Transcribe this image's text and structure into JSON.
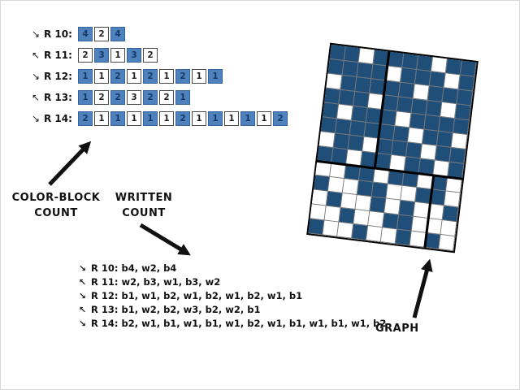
{
  "colors": {
    "block_blue": "#4f81bd",
    "graph_blue": "#1f4e79",
    "grid_line": "#777777",
    "arrow_black": "#111111"
  },
  "labels": {
    "color_block_line1": "COLOR-BLOCK",
    "color_block_line2": "COUNT",
    "written_line1": "WRITTEN",
    "written_line2": "COUNT",
    "graph": "GRAPH"
  },
  "block_rows": [
    {
      "arrow": "↘",
      "label": "R 10:",
      "blocks": [
        {
          "n": "4",
          "c": "b"
        },
        {
          "n": "2",
          "c": "w"
        },
        {
          "n": "4",
          "c": "b"
        }
      ]
    },
    {
      "arrow": "↖",
      "label": "R 11:",
      "blocks": [
        {
          "n": "2",
          "c": "w"
        },
        {
          "n": "3",
          "c": "b"
        },
        {
          "n": "1",
          "c": "w"
        },
        {
          "n": "3",
          "c": "b"
        },
        {
          "n": "2",
          "c": "w"
        }
      ]
    },
    {
      "arrow": "↘",
      "label": "R 12:",
      "blocks": [
        {
          "n": "1",
          "c": "b"
        },
        {
          "n": "1",
          "c": "w"
        },
        {
          "n": "2",
          "c": "b"
        },
        {
          "n": "1",
          "c": "w"
        },
        {
          "n": "2",
          "c": "b"
        },
        {
          "n": "1",
          "c": "w"
        },
        {
          "n": "2",
          "c": "b"
        },
        {
          "n": "1",
          "c": "w"
        },
        {
          "n": "1",
          "c": "b"
        }
      ]
    },
    {
      "arrow": "↖",
      "label": "R 13:",
      "blocks": [
        {
          "n": "1",
          "c": "b"
        },
        {
          "n": "2",
          "c": "w"
        },
        {
          "n": "2",
          "c": "b"
        },
        {
          "n": "3",
          "c": "w"
        },
        {
          "n": "2",
          "c": "b"
        },
        {
          "n": "2",
          "c": "w"
        },
        {
          "n": "1",
          "c": "b"
        }
      ]
    },
    {
      "arrow": "↘",
      "label": "R 14:",
      "blocks": [
        {
          "n": "2",
          "c": "b"
        },
        {
          "n": "1",
          "c": "w"
        },
        {
          "n": "1",
          "c": "b"
        },
        {
          "n": "1",
          "c": "w"
        },
        {
          "n": "1",
          "c": "b"
        },
        {
          "n": "1",
          "c": "w"
        },
        {
          "n": "2",
          "c": "b"
        },
        {
          "n": "1",
          "c": "w"
        },
        {
          "n": "1",
          "c": "b"
        },
        {
          "n": "1",
          "c": "w"
        },
        {
          "n": "1",
          "c": "b"
        },
        {
          "n": "1",
          "c": "w"
        },
        {
          "n": "2",
          "c": "b"
        }
      ]
    }
  ],
  "written_rows": [
    {
      "arrow": "↘",
      "text": "R 10: b4, w2, b4"
    },
    {
      "arrow": "↖",
      "text": "R 11: w2, b3, w1, b3, w2"
    },
    {
      "arrow": "↘",
      "text": "R 12: b1, w1, b2, w1, b2, w1, b2, w1, b1"
    },
    {
      "arrow": "↖",
      "text": "R 13: b1, w2, b2, w3, b2, w2, b1"
    },
    {
      "arrow": "↘",
      "text": "R 14: b2, w1, b1, w1, b1, w1, b2, w1, b1, w1, b1, w1, b2"
    }
  ],
  "chart_data": {
    "type": "heatmap",
    "columns": 10,
    "row_count": 13,
    "cell_values": {
      "b": "#1f4e79",
      "w": "#ffffff"
    },
    "rows": [
      "bbwbbbbwbb",
      "bbbbwbbbwb",
      "wbbbbbwbbb",
      "bbbwbbbbwb",
      "bwbbbwbbbb",
      "bbbbbbwbbw",
      "wbbwbbbwbb",
      "bbwbbwbbwb",
      "wwbbwbbwbw",
      "bwwbbwwbbw",
      "wbwwbwbwwb",
      "wwbwwbbwww",
      "bwwbwwbwbw"
    ]
  }
}
